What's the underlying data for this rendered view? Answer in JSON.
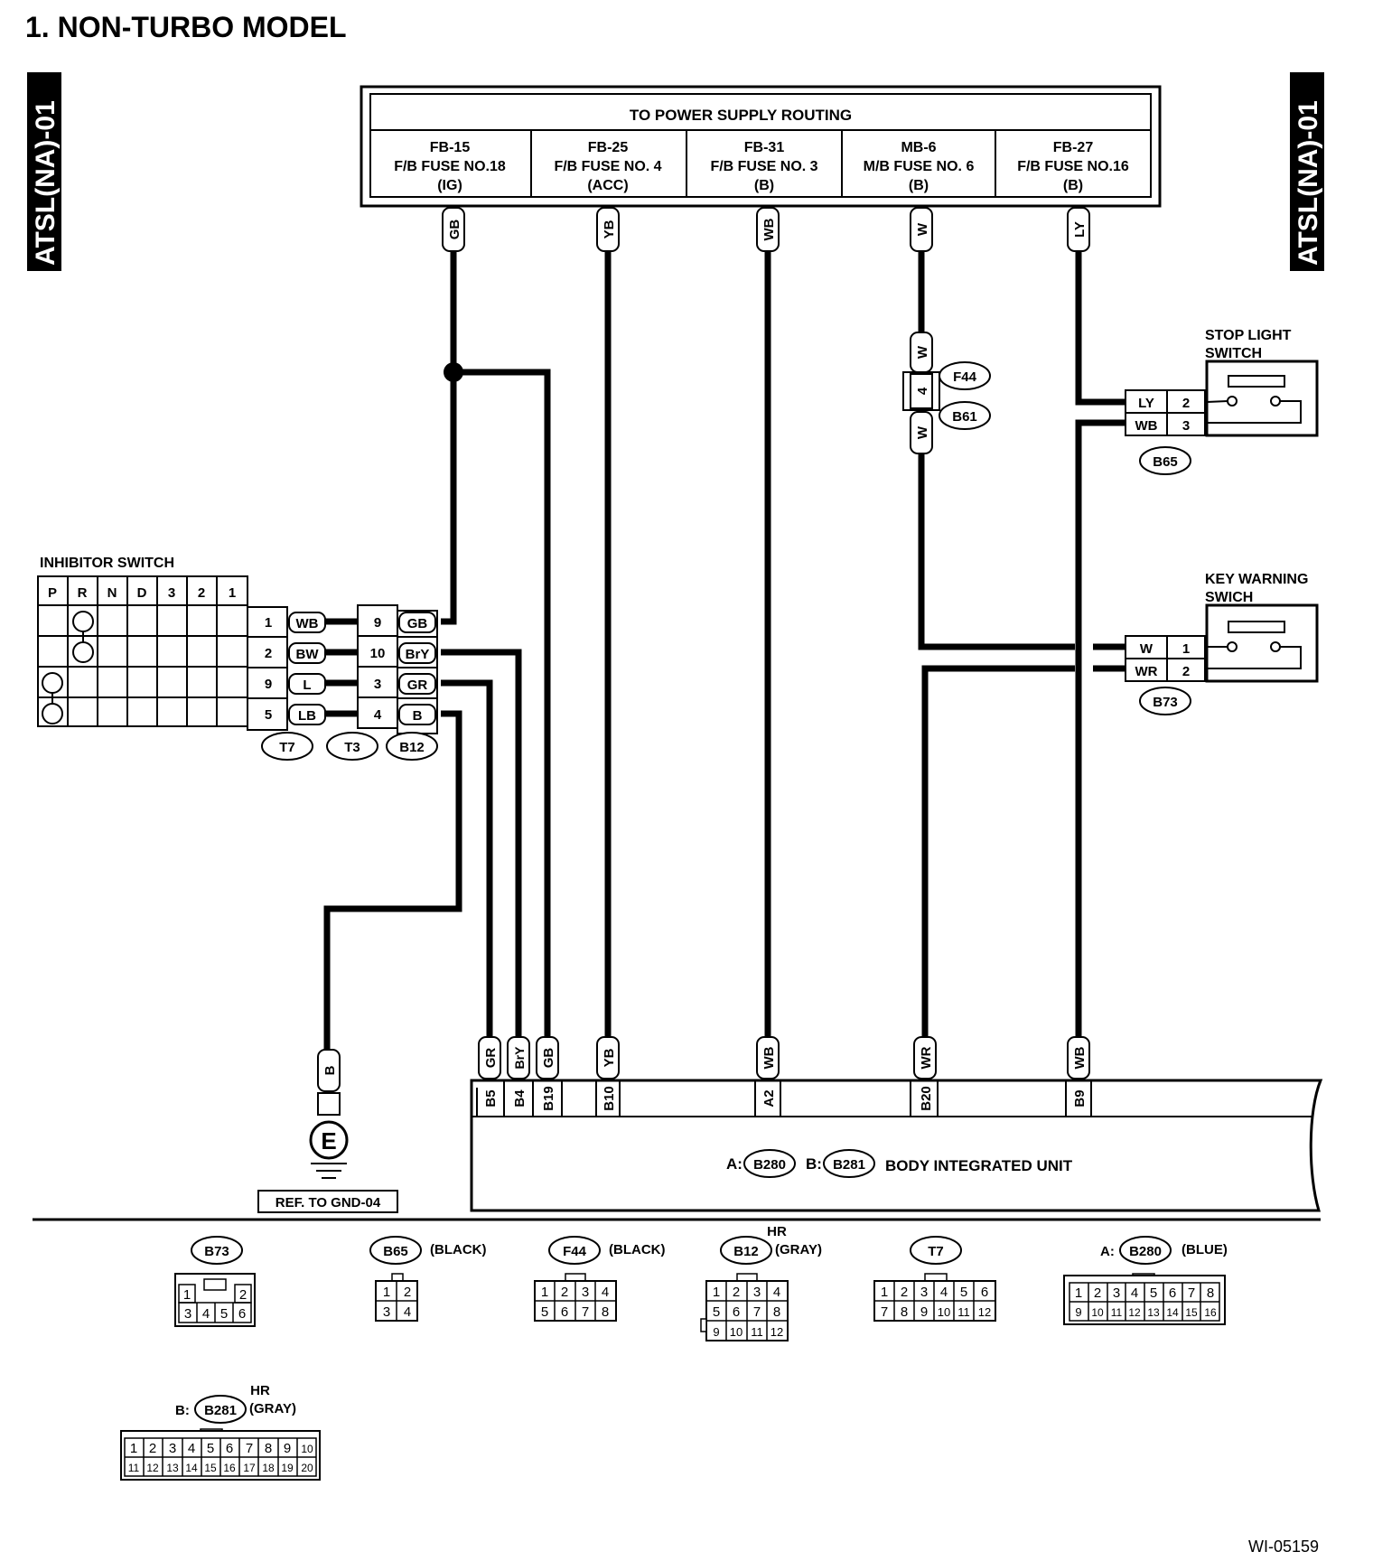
{
  "title": "1.  NON-TURBO MODEL",
  "side_tab": "ATSL(NA)-01",
  "figure_id": "WI-05159",
  "power_supply": {
    "header": "TO POWER SUPPLY ROUTING",
    "fuses": [
      {
        "id": "FB-15",
        "name": "F/B FUSE NO.18",
        "mode": "(IG)"
      },
      {
        "id": "FB-25",
        "name": "F/B FUSE NO. 4",
        "mode": "(ACC)"
      },
      {
        "id": "FB-31",
        "name": "F/B FUSE NO. 3",
        "mode": "(B)"
      },
      {
        "id": "MB-6",
        "name": "M/B FUSE NO. 6",
        "mode": "(B)"
      },
      {
        "id": "FB-27",
        "name": "F/B FUSE NO.16",
        "mode": "(B)"
      }
    ],
    "wire_codes": [
      "GB",
      "YB",
      "WB",
      "W",
      "LY"
    ]
  },
  "inhibitor": {
    "title": "INHIBITOR SWITCH",
    "positions": [
      "P",
      "R",
      "N",
      "D",
      "3",
      "2",
      "1"
    ],
    "t7": {
      "pins": [
        "1",
        "2",
        "9",
        "5"
      ],
      "wires": [
        "WB",
        "BW",
        "L",
        "LB"
      ]
    },
    "t3": {
      "pins": [
        "9",
        "10",
        "3",
        "4"
      ],
      "wires": [
        "GB",
        "BrY",
        "GR",
        "B"
      ]
    },
    "labels": [
      "T7",
      "T3",
      "B12"
    ]
  },
  "mid_connector": {
    "pin": "4",
    "wire": "W",
    "labels": [
      "F44",
      "B61"
    ]
  },
  "stop_light": {
    "title_lines": [
      "STOP LIGHT",
      "SWITCH"
    ],
    "wires": [
      "LY",
      "WB"
    ],
    "pins": [
      "2",
      "3"
    ],
    "connector": "B65"
  },
  "key_warning": {
    "title_lines": [
      "KEY WARNING",
      "SWICH"
    ],
    "wires": [
      "W",
      "WR"
    ],
    "pins": [
      "1",
      "2"
    ],
    "connector": "B73"
  },
  "ground": {
    "wire": "B",
    "symbol": "E",
    "ref": "REF. TO GND-04"
  },
  "body_unit": {
    "label": "BODY INTEGRATED UNIT",
    "a_prefix": "A:",
    "a_conn": "B280",
    "b_prefix": "B:",
    "b_conn": "B281",
    "pins": [
      "B5",
      "B4",
      "B19",
      "B10",
      "A2",
      "B20",
      "B9"
    ],
    "wires": [
      "GR",
      "BrY",
      "GB",
      "YB",
      "WB",
      "WR",
      "WB"
    ]
  },
  "connector_faces": [
    {
      "name": "B73",
      "note": ""
    },
    {
      "name": "B65",
      "note": "(BLACK)"
    },
    {
      "name": "F44",
      "note": "(BLACK)"
    },
    {
      "name": "B12",
      "note": "(GRAY)",
      "hr": "HR"
    },
    {
      "name": "T7",
      "note": ""
    },
    {
      "name": "B280",
      "note": "(BLUE)",
      "prefix": "A:"
    },
    {
      "name": "B281",
      "note": "(GRAY)",
      "prefix": "B:",
      "hr": "HR"
    }
  ]
}
